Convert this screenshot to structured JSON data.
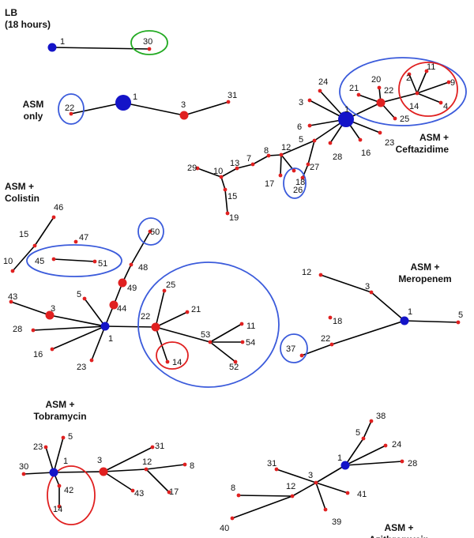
{
  "colors": {
    "edge": "#000000",
    "minor_node": "#e02020",
    "hub_node": "#1414c8",
    "blue_ring": "#3b5bdb",
    "red_ring": "#e02020",
    "green_ring": "#22aa22"
  },
  "panels": [
    {
      "id": "lb",
      "title_lines": [
        "LB",
        "(18 hours)"
      ],
      "nodes": [
        {
          "id": "1",
          "label": "1",
          "color": "blue",
          "size": "m"
        },
        {
          "id": "30",
          "label": "30",
          "color": "red",
          "size": "s"
        }
      ],
      "edges": [
        [
          "1",
          "30"
        ]
      ],
      "rings": [
        {
          "color": "green",
          "members": [
            "30"
          ]
        }
      ]
    },
    {
      "id": "asm",
      "title_lines": [
        "ASM",
        "only"
      ],
      "nodes": [
        {
          "id": "1",
          "label": "1",
          "color": "blue",
          "size": "l"
        },
        {
          "id": "3",
          "label": "3",
          "color": "red",
          "size": "m"
        },
        {
          "id": "22",
          "label": "22",
          "color": "red",
          "size": "s"
        },
        {
          "id": "31",
          "label": "31",
          "color": "red",
          "size": "s"
        }
      ],
      "edges": [
        [
          "1",
          "22"
        ],
        [
          "1",
          "3"
        ],
        [
          "3",
          "31"
        ]
      ],
      "rings": [
        {
          "color": "blue",
          "members": [
            "22"
          ]
        }
      ]
    },
    {
      "id": "caz",
      "title_lines": [
        "ASM +",
        "Ceftazidime"
      ],
      "nodes": [
        {
          "id": "1",
          "label": "1",
          "color": "blue",
          "size": "l"
        },
        {
          "id": "22",
          "label": "22",
          "color": "red",
          "size": "m"
        },
        {
          "id": "20",
          "label": "20"
        },
        {
          "id": "21",
          "label": "21"
        },
        {
          "id": "25",
          "label": "25"
        },
        {
          "id": "14",
          "label": "14"
        },
        {
          "id": "2",
          "label": "2"
        },
        {
          "id": "11",
          "label": "11"
        },
        {
          "id": "9",
          "label": "9"
        },
        {
          "id": "4",
          "label": "4"
        },
        {
          "id": "24",
          "label": "24"
        },
        {
          "id": "3",
          "label": "3"
        },
        {
          "id": "6",
          "label": "6"
        },
        {
          "id": "23",
          "label": "23"
        },
        {
          "id": "16",
          "label": "16"
        },
        {
          "id": "28",
          "label": "28"
        },
        {
          "id": "5",
          "label": "5"
        },
        {
          "id": "27",
          "label": "27"
        },
        {
          "id": "18",
          "label": "18"
        },
        {
          "id": "26",
          "label": "26"
        },
        {
          "id": "12",
          "label": "12"
        },
        {
          "id": "17",
          "label": "17"
        },
        {
          "id": "8",
          "label": "8"
        },
        {
          "id": "7",
          "label": "7"
        },
        {
          "id": "13",
          "label": "13"
        },
        {
          "id": "10",
          "label": "10"
        },
        {
          "id": "29",
          "label": "29"
        },
        {
          "id": "15",
          "label": "15"
        },
        {
          "id": "19",
          "label": "19"
        }
      ],
      "edges": [
        [
          "1",
          "22"
        ],
        [
          "22",
          "20"
        ],
        [
          "22",
          "21"
        ],
        [
          "22",
          "25"
        ],
        [
          "22",
          "14"
        ],
        [
          "14",
          "2"
        ],
        [
          "14",
          "11"
        ],
        [
          "14",
          "9"
        ],
        [
          "14",
          "4"
        ],
        [
          "1",
          "24"
        ],
        [
          "1",
          "3"
        ],
        [
          "1",
          "6"
        ],
        [
          "1",
          "23"
        ],
        [
          "1",
          "16"
        ],
        [
          "1",
          "28"
        ],
        [
          "1",
          "5"
        ],
        [
          "5",
          "27"
        ],
        [
          "27",
          "18"
        ],
        [
          "5",
          "12"
        ],
        [
          "12",
          "26"
        ],
        [
          "12",
          "17"
        ],
        [
          "12",
          "8"
        ],
        [
          "8",
          "7"
        ],
        [
          "7",
          "13"
        ],
        [
          "13",
          "10"
        ],
        [
          "10",
          "29"
        ],
        [
          "10",
          "15"
        ],
        [
          "15",
          "19"
        ]
      ],
      "rings": [
        {
          "color": "blue",
          "members": [
            "22",
            "20",
            "21",
            "25",
            "14",
            "2",
            "11",
            "9",
            "4"
          ]
        },
        {
          "color": "red",
          "members": [
            "14",
            "2",
            "11",
            "9",
            "4"
          ]
        },
        {
          "color": "blue",
          "members": [
            "26"
          ]
        }
      ]
    },
    {
      "id": "col",
      "title_lines": [
        "ASM +",
        "Colistin"
      ],
      "nodes": [
        {
          "id": "1",
          "label": "1",
          "color": "blue",
          "size": "m"
        },
        {
          "id": "22",
          "label": "22",
          "color": "red",
          "size": "m"
        },
        {
          "id": "3",
          "label": "3",
          "color": "red",
          "size": "m"
        },
        {
          "id": "44",
          "label": "44",
          "color": "red",
          "size": "m"
        },
        {
          "id": "49",
          "label": "49",
          "color": "red",
          "size": "m"
        },
        {
          "id": "48",
          "label": "48"
        },
        {
          "id": "50",
          "label": "50"
        },
        {
          "id": "5",
          "label": "5"
        },
        {
          "id": "43",
          "label": "43"
        },
        {
          "id": "28",
          "label": "28"
        },
        {
          "id": "16",
          "label": "16"
        },
        {
          "id": "23",
          "label": "23"
        },
        {
          "id": "25",
          "label": "25"
        },
        {
          "id": "21",
          "label": "21"
        },
        {
          "id": "53",
          "label": "53"
        },
        {
          "id": "11",
          "label": "11"
        },
        {
          "id": "54",
          "label": "54"
        },
        {
          "id": "52",
          "label": "52"
        },
        {
          "id": "14",
          "label": "14"
        },
        {
          "id": "46",
          "label": "46"
        },
        {
          "id": "15",
          "label": "15"
        },
        {
          "id": "10",
          "label": "10"
        },
        {
          "id": "47",
          "label": "47"
        },
        {
          "id": "45",
          "label": "45"
        },
        {
          "id": "51",
          "label": "51"
        }
      ],
      "edges": [
        [
          "1",
          "22"
        ],
        [
          "1",
          "3"
        ],
        [
          "3",
          "43"
        ],
        [
          "1",
          "28"
        ],
        [
          "1",
          "16"
        ],
        [
          "1",
          "23"
        ],
        [
          "1",
          "5"
        ],
        [
          "1",
          "44"
        ],
        [
          "44",
          "49"
        ],
        [
          "49",
          "48"
        ],
        [
          "48",
          "50"
        ],
        [
          "22",
          "25"
        ],
        [
          "22",
          "21"
        ],
        [
          "22",
          "53"
        ],
        [
          "53",
          "11"
        ],
        [
          "53",
          "54"
        ],
        [
          "53",
          "52"
        ],
        [
          "22",
          "14"
        ],
        [
          "46",
          "15"
        ],
        [
          "15",
          "10"
        ],
        [
          "45",
          "51"
        ]
      ],
      "rings": [
        {
          "color": "blue",
          "members": [
            "50"
          ]
        },
        {
          "color": "blue",
          "members": [
            "45",
            "51"
          ]
        },
        {
          "color": "blue",
          "members": [
            "22",
            "25",
            "21",
            "53",
            "11",
            "54",
            "52",
            "14"
          ]
        },
        {
          "color": "red",
          "members": [
            "14"
          ]
        }
      ]
    },
    {
      "id": "mem",
      "title_lines": [
        "ASM +",
        "Meropenem"
      ],
      "nodes": [
        {
          "id": "1",
          "label": "1",
          "color": "blue",
          "size": "m"
        },
        {
          "id": "3",
          "label": "3"
        },
        {
          "id": "12",
          "label": "12"
        },
        {
          "id": "5",
          "label": "5"
        },
        {
          "id": "22",
          "label": "22"
        },
        {
          "id": "37",
          "label": "37"
        },
        {
          "id": "18",
          "label": "18"
        }
      ],
      "edges": [
        [
          "1",
          "3"
        ],
        [
          "3",
          "12"
        ],
        [
          "1",
          "5"
        ],
        [
          "1",
          "22"
        ],
        [
          "22",
          "37"
        ]
      ],
      "rings": [
        {
          "color": "blue",
          "members": [
            "37"
          ]
        }
      ]
    },
    {
      "id": "tob",
      "title_lines": [
        "ASM +",
        "Tobramycin"
      ],
      "nodes": [
        {
          "id": "1",
          "label": "1",
          "color": "blue",
          "size": "m"
        },
        {
          "id": "3",
          "label": "3",
          "color": "red",
          "size": "m"
        },
        {
          "id": "23",
          "label": "23"
        },
        {
          "id": "5",
          "label": "5"
        },
        {
          "id": "30",
          "label": "30"
        },
        {
          "id": "42",
          "label": "42"
        },
        {
          "id": "14",
          "label": "14"
        },
        {
          "id": "31",
          "label": "31"
        },
        {
          "id": "43",
          "label": "43"
        },
        {
          "id": "12",
          "label": "12"
        },
        {
          "id": "8",
          "label": "8"
        },
        {
          "id": "17",
          "label": "17"
        }
      ],
      "edges": [
        [
          "1",
          "3"
        ],
        [
          "1",
          "23"
        ],
        [
          "1",
          "5"
        ],
        [
          "1",
          "30"
        ],
        [
          "1",
          "42"
        ],
        [
          "42",
          "14"
        ],
        [
          "3",
          "31"
        ],
        [
          "3",
          "43"
        ],
        [
          "3",
          "12"
        ],
        [
          "12",
          "8"
        ],
        [
          "12",
          "17"
        ]
      ],
      "rings": [
        {
          "color": "red",
          "members": [
            "42",
            "14"
          ]
        }
      ]
    },
    {
      "id": "azi",
      "title_lines": [
        "ASM +",
        "Azithromycin"
      ],
      "nodes": [
        {
          "id": "1",
          "label": "1",
          "color": "blue",
          "size": "m"
        },
        {
          "id": "3",
          "label": "3"
        },
        {
          "id": "38",
          "label": "38"
        },
        {
          "id": "5",
          "label": "5"
        },
        {
          "id": "24",
          "label": "24"
        },
        {
          "id": "28",
          "label": "28"
        },
        {
          "id": "31",
          "label": "31"
        },
        {
          "id": "41",
          "label": "41"
        },
        {
          "id": "39",
          "label": "39"
        },
        {
          "id": "12",
          "label": "12"
        },
        {
          "id": "8",
          "label": "8"
        },
        {
          "id": "40",
          "label": "40"
        }
      ],
      "edges": [
        [
          "1",
          "3"
        ],
        [
          "1",
          "5"
        ],
        [
          "5",
          "38"
        ],
        [
          "1",
          "24"
        ],
        [
          "1",
          "28"
        ],
        [
          "3",
          "31"
        ],
        [
          "3",
          "41"
        ],
        [
          "3",
          "39"
        ],
        [
          "3",
          "12"
        ],
        [
          "12",
          "8"
        ],
        [
          "12",
          "40"
        ]
      ],
      "rings": []
    }
  ]
}
